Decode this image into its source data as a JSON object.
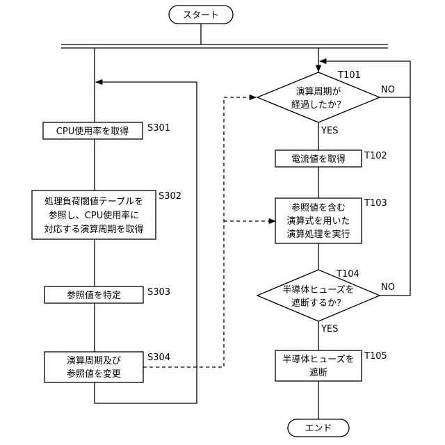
{
  "start": "スタート",
  "end": "エンド",
  "left_flow": {
    "s301": {
      "step": "S301",
      "lines": [
        "CPU使用率を取得"
      ]
    },
    "s302": {
      "step": "S302",
      "lines": [
        "処理負荷閾値テーブルを",
        "参照し、CPU使用率に",
        "対応する演算周期を取得"
      ]
    },
    "s303": {
      "step": "S303",
      "lines": [
        "参照値を特定"
      ]
    },
    "s304": {
      "step": "S304",
      "lines": [
        "演算周期及び",
        "参照値を変更"
      ]
    }
  },
  "right_flow": {
    "t101": {
      "step": "T101",
      "lines": [
        "演算周期が",
        "経過したか？"
      ],
      "yes": "YES",
      "no": "NO"
    },
    "t102": {
      "step": "T102",
      "lines": [
        "電流値を取得"
      ]
    },
    "t103": {
      "step": "T103",
      "lines": [
        "参照値を含む",
        "演算式を用いた",
        "演算処理を実行"
      ]
    },
    "t104": {
      "step": "T104",
      "lines": [
        "半導体ヒューズを",
        "遮断するか？"
      ],
      "yes": "YES",
      "no": "NO"
    },
    "t105": {
      "step": "T105",
      "lines": [
        "半導体ヒューズを",
        "遮断"
      ]
    }
  }
}
